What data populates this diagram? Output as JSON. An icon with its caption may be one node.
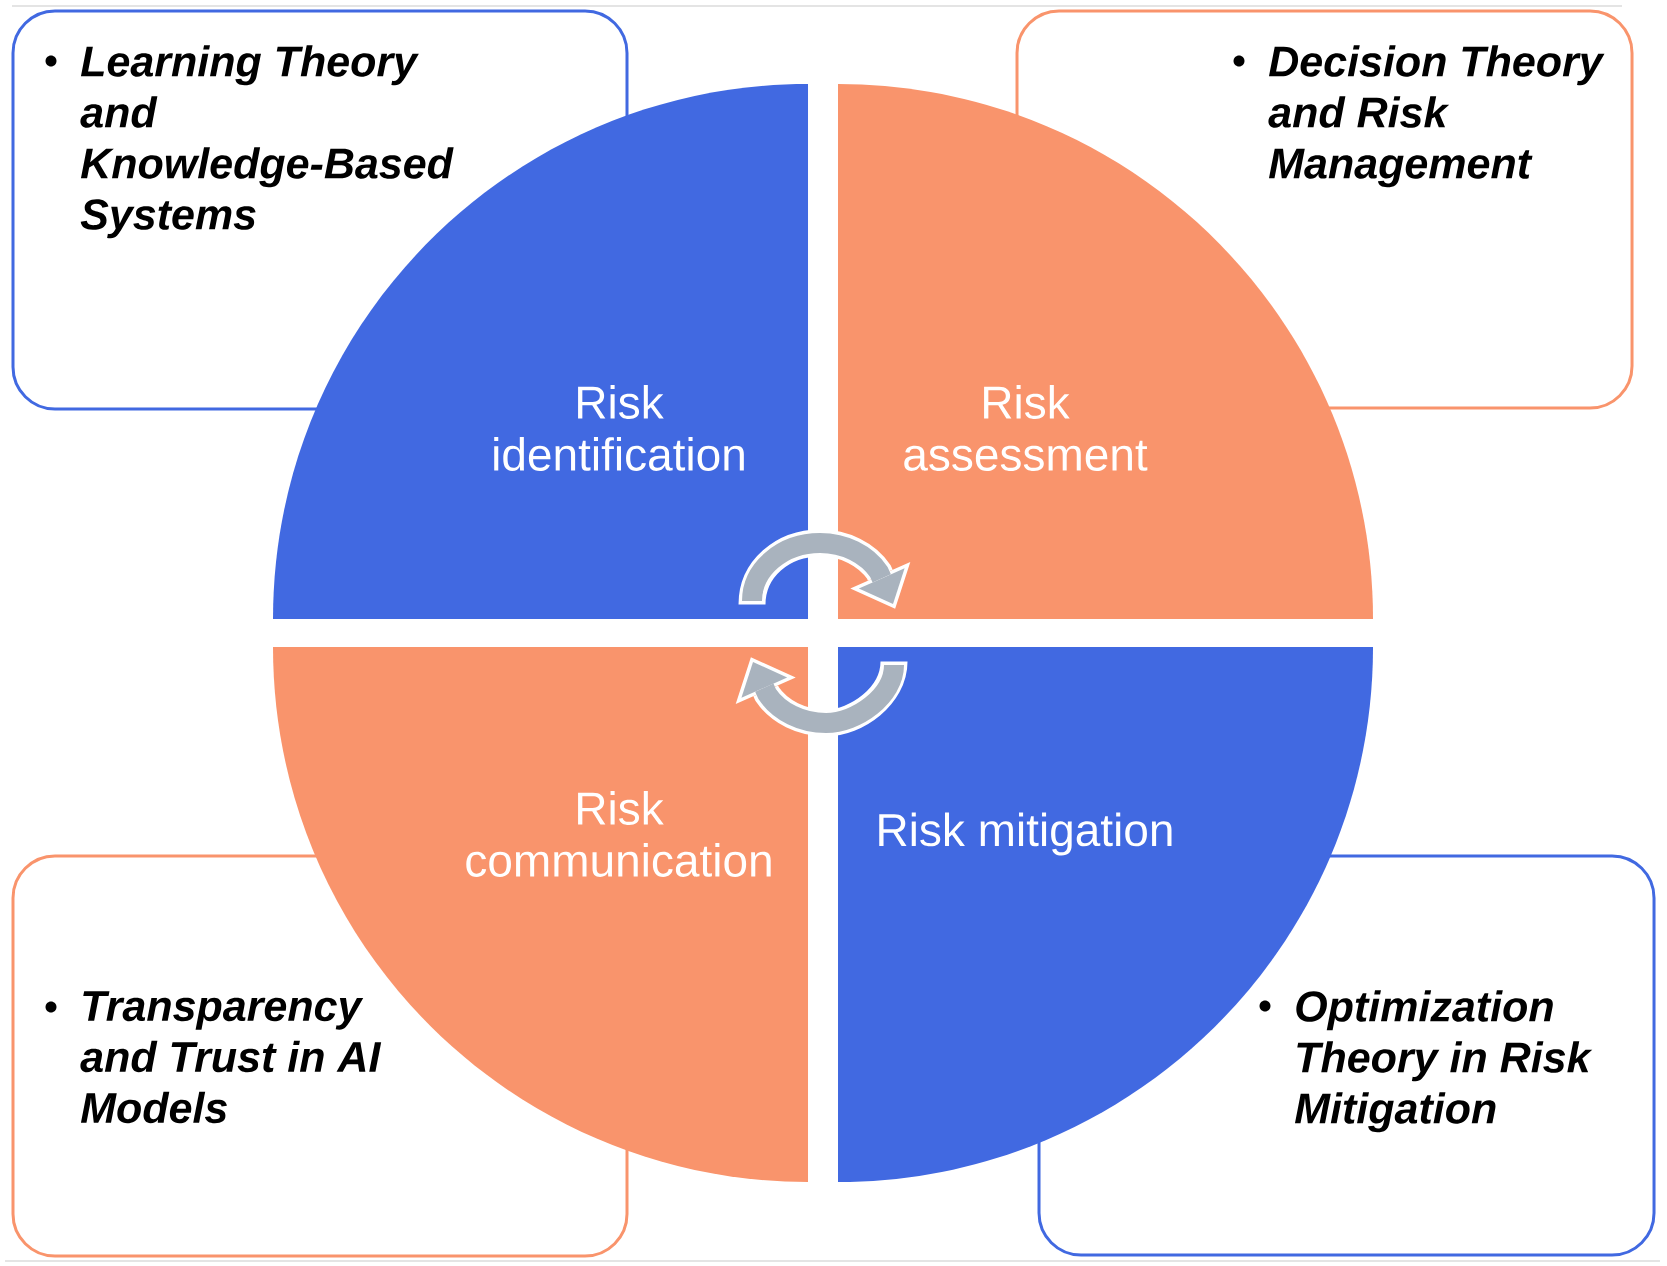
{
  "diagram": {
    "nodes": [
      {
        "text": [
          "Learning Theory and Knowledge-Based Systems"
        ]
      },
      {
        "text": [
          "Decision Theory and Risk Management"
        ]
      },
      {
        "text": [
          "Risk identification"
        ]
      },
      {
        "text": [
          "Risk assessment"
        ]
      },
      {
        "text": [
          "Risk communication"
        ]
      },
      {
        "text": [
          "Risk mitigation"
        ]
      },
      {
        "text": [
          "Transparency and Trust in AI Models"
        ]
      },
      {
        "text": [
          "Optimization Theory in Risk Mitigation"
        ]
      }
    ],
    "edges": [
      {
        "from": 2,
        "to": 3,
        "arrow": "to"
      },
      {
        "from": 5,
        "to": 4,
        "arrow": "to"
      }
    ]
  }
}
